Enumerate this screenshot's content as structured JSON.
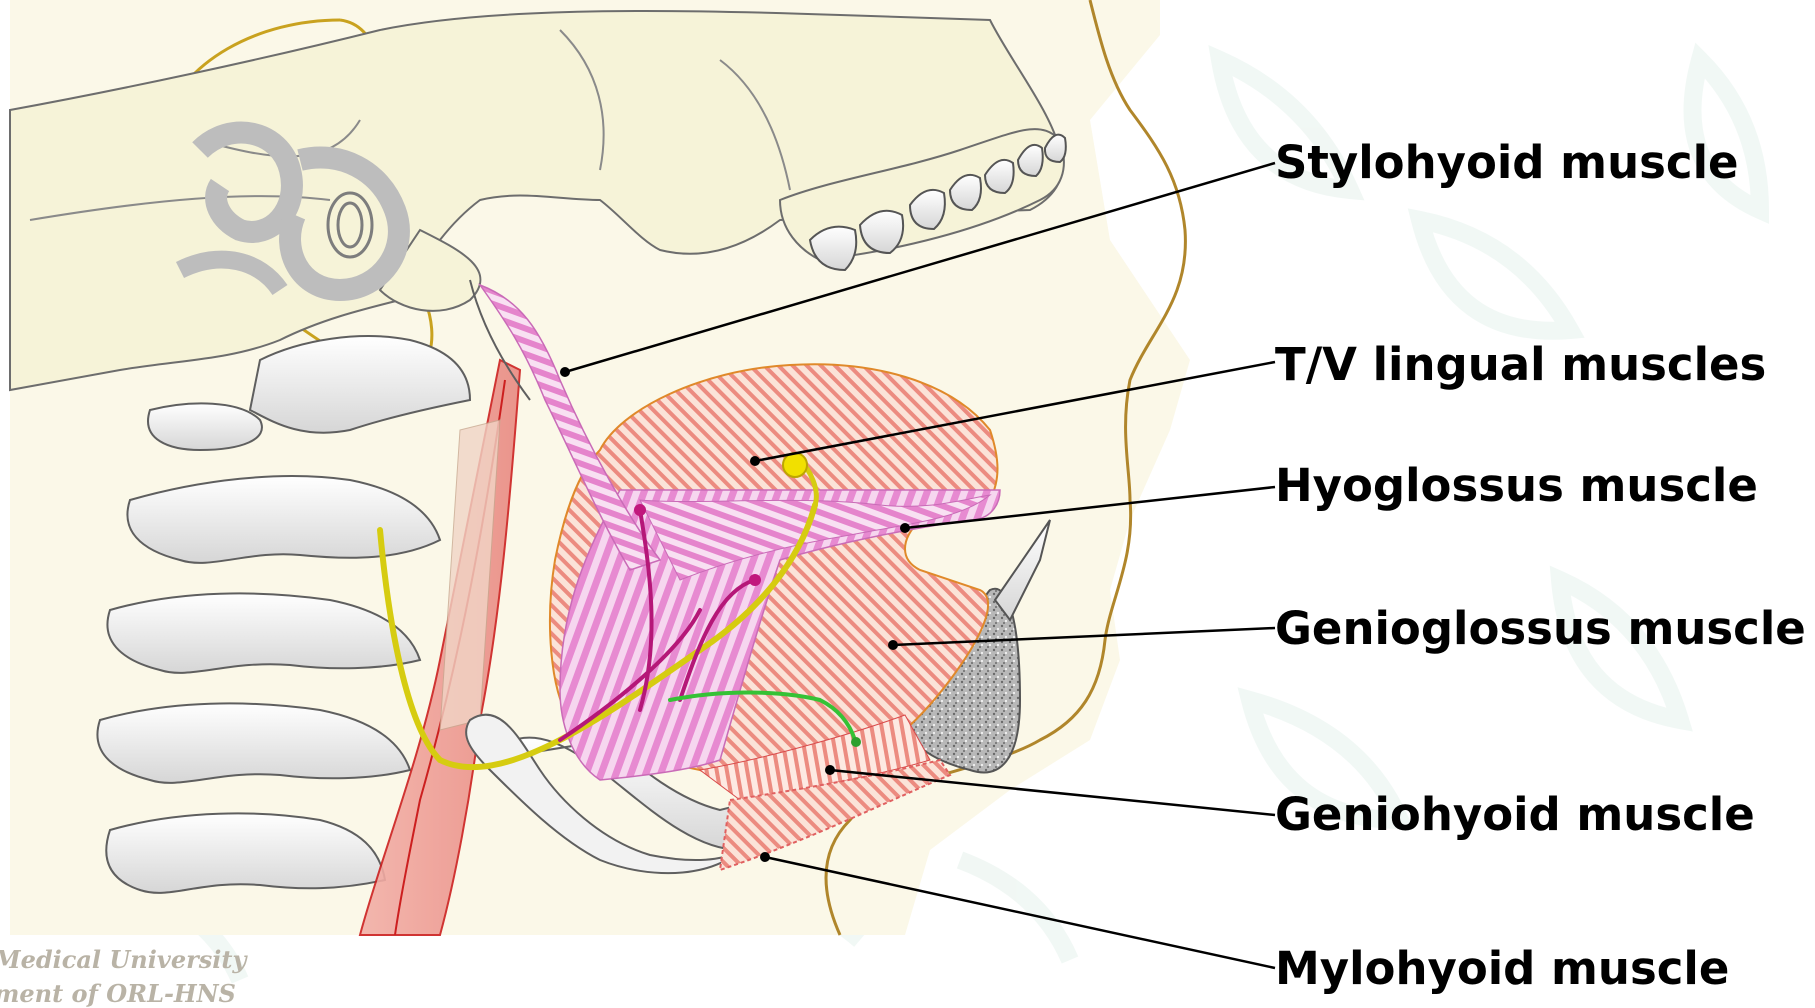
{
  "labels": {
    "stylohyoid": "Stylohyoid muscle",
    "tv_lingual": "T/V lingual muscles",
    "hyoglossus": "Hyoglossus muscle",
    "genioglossus": "Genioglossus muscle",
    "geniohyoid": "Geniohyoid muscle",
    "mylohyoid": "Mylohyoid muscle"
  },
  "watermark": {
    "line1": "Medical University",
    "line2": "ment of ORL-HNS"
  },
  "colors": {
    "background_panel": "#fbf8e8",
    "bone": "#e9e9e9",
    "muscle_pink": "#e88bd0",
    "muscle_red": "#e7807a",
    "nerve_yellow": "#d8cf22",
    "nerve_green": "#33cc33",
    "outline": "#b58a2a"
  }
}
